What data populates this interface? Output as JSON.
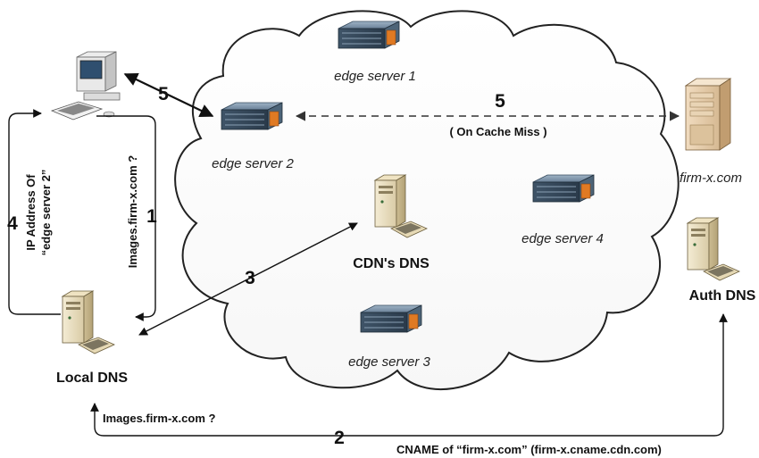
{
  "nodes": {
    "client": {
      "label": ""
    },
    "edge1": {
      "label": "edge server 1"
    },
    "edge2": {
      "label": "edge server 2"
    },
    "edge3": {
      "label": "edge server 3"
    },
    "edge4": {
      "label": "edge server 4"
    },
    "cdn_dns": {
      "label": "CDN's DNS"
    },
    "local_dns": {
      "label": "Local DNS"
    },
    "origin": {
      "label": "firm-x.com"
    },
    "auth_dns": {
      "label": "Auth DNS"
    }
  },
  "flows": {
    "step1_query": "Images.firm-x.com ?",
    "step1_num": "1",
    "step2_query": "Images.firm-x.com ?",
    "step2_num": "2",
    "step2_reply": "CNAME of “firm-x.com” (firm-x.cname.cdn.com)",
    "step3_num": "3",
    "step4_num": "4",
    "step4_line1": "IP Address Of",
    "step4_line2": "“edge server 2”",
    "step5_client_num": "5",
    "step5_origin_num": "5",
    "step5_origin_note": "( On Cache Miss )"
  }
}
